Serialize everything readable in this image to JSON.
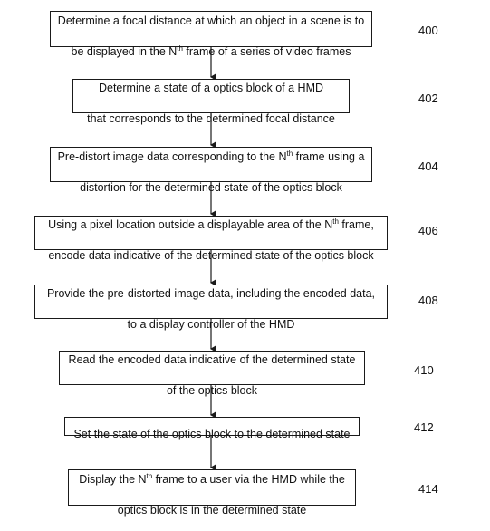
{
  "flowchart": {
    "steps": [
      {
        "id": "400",
        "line1_pre": "Determine a focal distance at which an object in a scene is to",
        "line2_pre": "be displayed in the N",
        "sup": "th",
        "line2_post": " frame of a series of video frames"
      },
      {
        "id": "402",
        "line1": "Determine a state of a optics block of a HMD",
        "line2": "that corresponds to the determined focal distance"
      },
      {
        "id": "404",
        "line1_pre": "Pre-distort image data corresponding to the N",
        "sup": "th",
        "line1_post": " frame using a",
        "line2": "distortion for the determined state of the optics block"
      },
      {
        "id": "406",
        "line1_pre": "Using a pixel location outside a displayable area of the N",
        "sup": "th",
        "line1_post": " frame,",
        "line2": "encode data indicative of the determined state of the optics block"
      },
      {
        "id": "408",
        "line1": "Provide the pre-distorted image data, including the encoded data,",
        "line2": "to a display controller of the HMD"
      },
      {
        "id": "410",
        "line1": "Read the encoded data indicative of the determined state",
        "line2": "of the optics block"
      },
      {
        "id": "412",
        "line1": "Set the state of the optics block to the determined state"
      },
      {
        "id": "414",
        "line1_pre": "Display the N",
        "sup": "th",
        "line1_post": " frame to a user via the HMD while the",
        "line2": "optics block is in the determined state"
      }
    ]
  }
}
